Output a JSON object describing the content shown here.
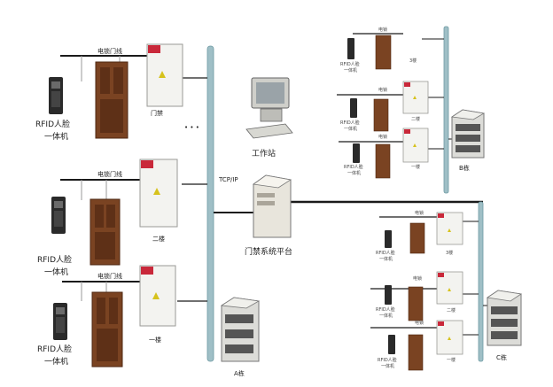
{
  "colors": {
    "bus": "#9fbfc6",
    "bus_edge": "#6e9aa3",
    "wire": "#1a1a1a",
    "door": "#7a4322",
    "door_dark": "#4e2712",
    "cabinet": "#f3f3f0",
    "cabinet_edge": "#9a9a96",
    "cabinet_top": "#c9283a",
    "indicator": "#d6c21d",
    "reader": "#2a2a2a",
    "server": "#e8e5dc",
    "rack": "#dcdcd8"
  },
  "icons": [
    "rfid-reader-icon",
    "wooden-door-icon",
    "door-controller-cabinet-icon",
    "server-tower-icon",
    "workstation-pc-icon",
    "server-rack-icon"
  ],
  "left_wing": {
    "rows": [
      {
        "wire_label": "电锁门线",
        "reader_label": "RFID人脸",
        "reader_label2": "一体机",
        "cabinet_label": "门禁"
      },
      {
        "wire_label": "电锁门线",
        "reader_label": "RFID人脸",
        "reader_label2": "一体机",
        "cabinet_label": "二楼"
      },
      {
        "wire_label": "电锁门线",
        "reader_label": "RFID人脸",
        "reader_label2": "一体机",
        "cabinet_label": "一楼"
      }
    ],
    "dots": "• • •",
    "tcpip": "TCP/IP",
    "building_label": "A栋"
  },
  "center": {
    "workstation_label": "工作站",
    "platform_label": "门禁系统平台"
  },
  "b_wing": {
    "rows": [
      {
        "wire_label": "电锁",
        "reader_label": "RFID人脸",
        "reader_label2": "一体机",
        "cabinet_label": "3楼"
      },
      {
        "wire_label": "电锁",
        "reader_label": "RFID人脸",
        "reader_label2": "一体机",
        "cabinet_label": "二楼"
      },
      {
        "wire_label": "电锁",
        "reader_label": "RFID人脸",
        "reader_label2": "一体机",
        "cabinet_label": "一楼"
      }
    ],
    "building_label": "B栋"
  },
  "c_wing": {
    "rows": [
      {
        "wire_label": "电锁",
        "reader_label": "RFID人脸",
        "reader_label2": "一体机",
        "cabinet_label": "3楼"
      },
      {
        "wire_label": "电锁",
        "reader_label": "RFID人脸",
        "reader_label2": "一体机",
        "cabinet_label": "二楼"
      },
      {
        "wire_label": "电锁",
        "reader_label": "RFID人脸",
        "reader_label2": "一体机",
        "cabinet_label": "一楼"
      }
    ],
    "building_label": "C栋"
  }
}
